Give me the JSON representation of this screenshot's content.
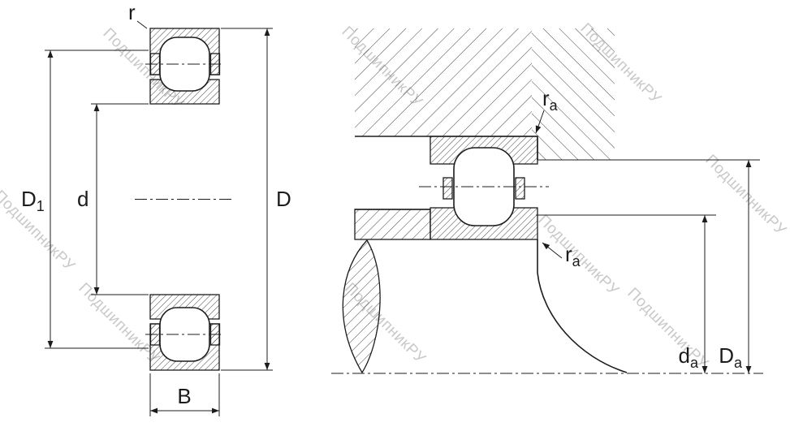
{
  "watermark": {
    "text": "ПодшипникРУ"
  },
  "left_view": {
    "dim_r": "r",
    "dim_D1": {
      "base": "D",
      "sub": "1"
    },
    "dim_d": "d",
    "dim_D": "D",
    "dim_B": "B"
  },
  "right_view": {
    "dim_ra_top": {
      "base": "r",
      "sub": "a"
    },
    "dim_ra_bottom": {
      "base": "r",
      "sub": "a"
    },
    "dim_da": {
      "base": "d",
      "sub": "a"
    },
    "dim_Da": {
      "base": "D",
      "sub": "a"
    }
  },
  "colors": {
    "line": "#1c1c1c",
    "hatch": "#454545",
    "watermark": "#c9c9c9",
    "background": "#ffffff"
  }
}
